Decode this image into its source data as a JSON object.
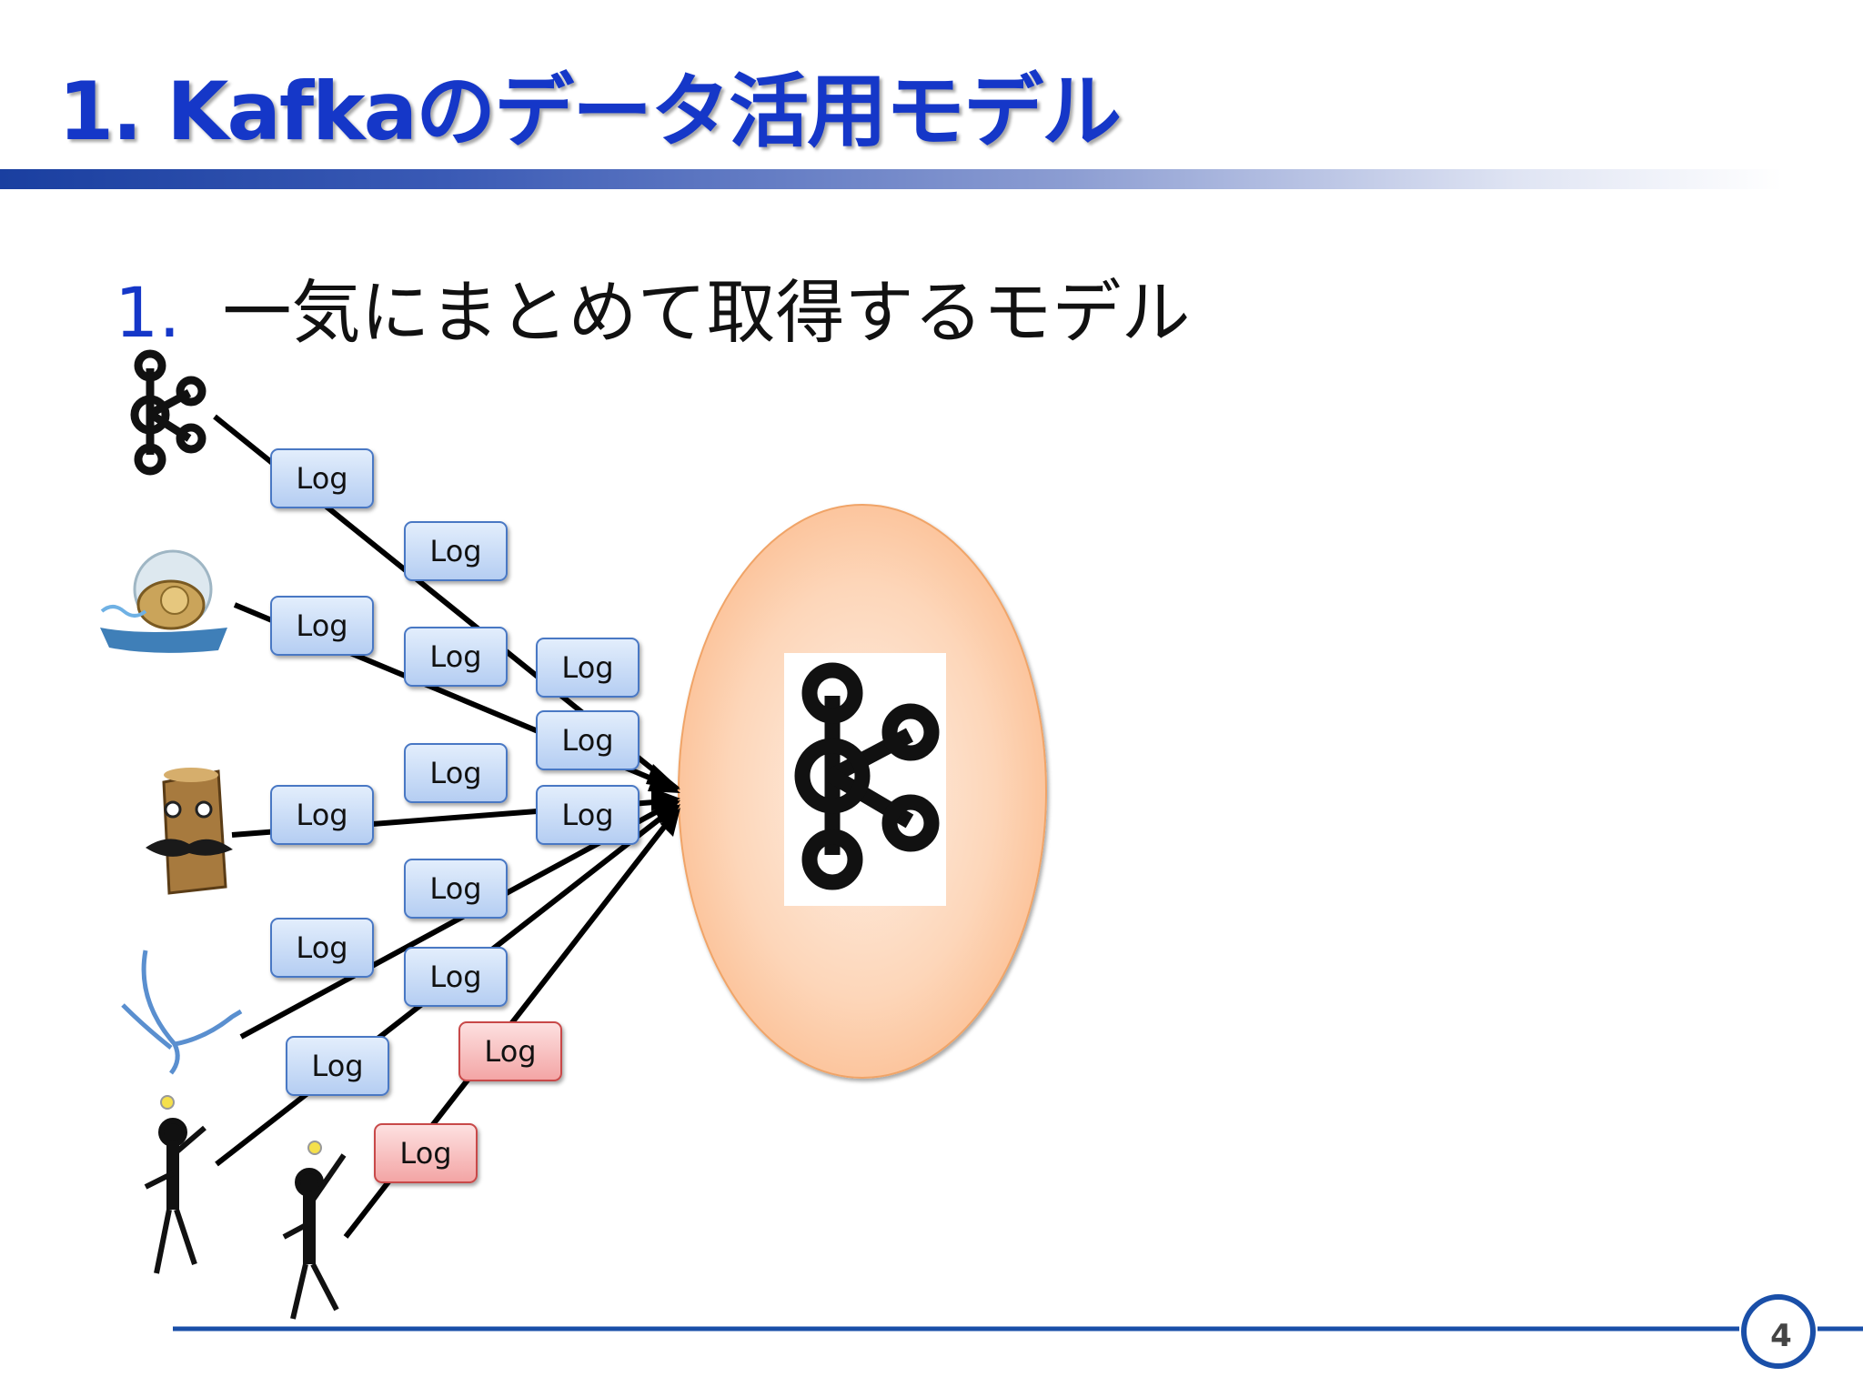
{
  "slide": {
    "title": "1. Kafkaのデータ活用モデル",
    "bullet_number": "1.",
    "bullet_text": "一気にまとめて取得するモデル",
    "page_number": "4"
  },
  "diagram": {
    "log_label": "Log",
    "colors": {
      "blue_box": "#c7dbf7",
      "red_box": "#f6b9b9",
      "ellipse": "#fdcfae",
      "line": "#000000",
      "accent": "#1537c8"
    },
    "sources": [
      {
        "name": "kafka-logo-icon"
      },
      {
        "name": "flume-logo-icon"
      },
      {
        "name": "fluentd-logo-icon"
      },
      {
        "name": "bird-logo-icon"
      },
      {
        "name": "person-icon"
      },
      {
        "name": "person-icon"
      }
    ],
    "log_boxes": [
      {
        "color": "blue"
      },
      {
        "color": "blue"
      },
      {
        "color": "blue"
      },
      {
        "color": "blue"
      },
      {
        "color": "blue"
      },
      {
        "color": "blue"
      },
      {
        "color": "blue"
      },
      {
        "color": "blue"
      },
      {
        "color": "blue"
      },
      {
        "color": "blue"
      },
      {
        "color": "blue"
      },
      {
        "color": "blue"
      },
      {
        "color": "blue"
      },
      {
        "color": "red"
      },
      {
        "color": "red"
      }
    ],
    "target": {
      "name": "kafka-logo-icon"
    }
  }
}
